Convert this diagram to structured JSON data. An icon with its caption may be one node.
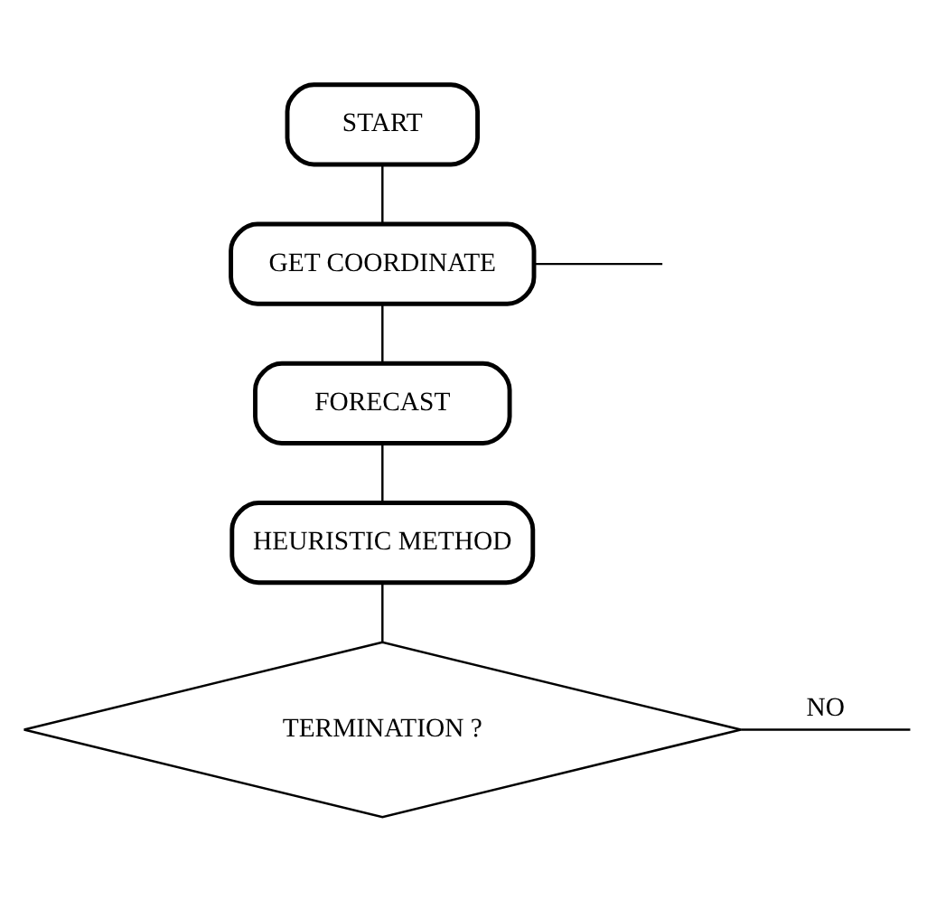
{
  "diagram": {
    "nodes": [
      {
        "text": [
          "START"
        ]
      },
      {
        "text": [
          "GET COORDINATE"
        ]
      },
      {
        "text": [
          "FORECAST"
        ]
      },
      {
        "text": [
          "HEURISTIC METHOD"
        ]
      },
      {
        "text": [
          "TERMINATION ?"
        ]
      }
    ],
    "edges": [
      {
        "from": 0,
        "to": 1,
        "arrow": "none"
      },
      {
        "from": 1,
        "to": 2,
        "arrow": "none"
      },
      {
        "from": 2,
        "to": 3,
        "arrow": "none"
      },
      {
        "from": 3,
        "to": 4,
        "arrow": "none"
      },
      {
        "from": 1,
        "to": null,
        "arrow": "none"
      },
      {
        "from": 4,
        "to": null,
        "arrow": "none",
        "label": "NO"
      }
    ]
  }
}
